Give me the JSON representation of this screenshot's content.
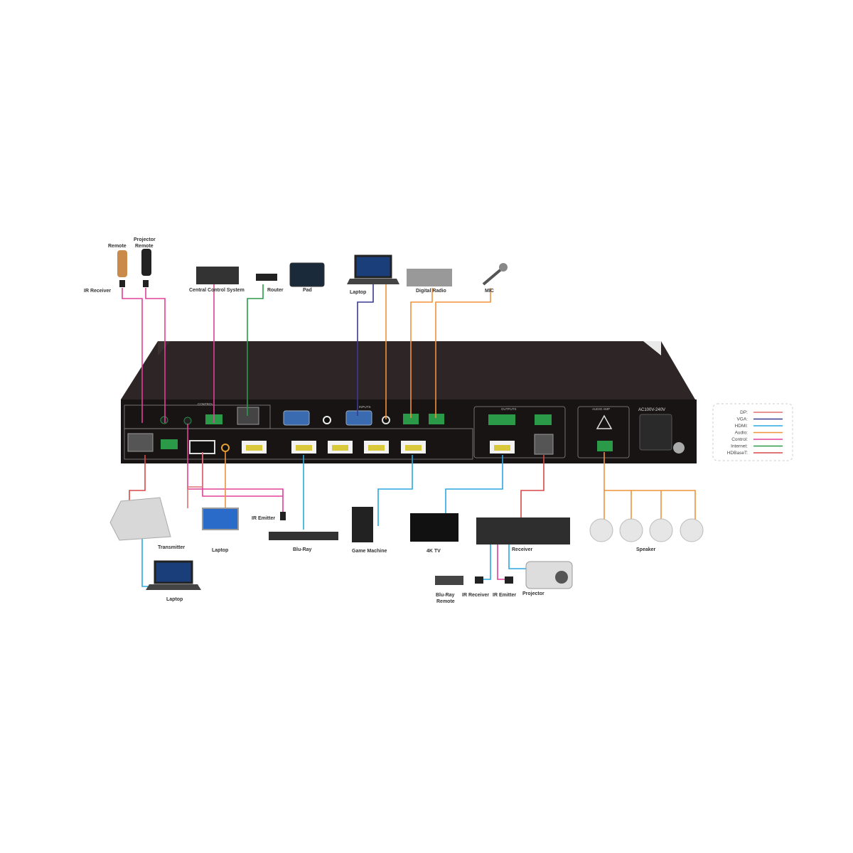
{
  "legend": {
    "items": [
      {
        "label": "DP:",
        "color": "#e07070"
      },
      {
        "label": "VGA:",
        "color": "#3a3a90"
      },
      {
        "label": "HDMI:",
        "color": "#2aa8e0"
      },
      {
        "label": "Audio:",
        "color": "#f0923a"
      },
      {
        "label": "Control:",
        "color": "#e0409a"
      },
      {
        "label": "Internet:",
        "color": "#2a9a48"
      },
      {
        "label": "HDBaseT:",
        "color": "#d84848"
      }
    ]
  },
  "panel": {
    "control": "CONTROL",
    "inputs": "INPUTS",
    "outputs": "OUTPUTS",
    "audio_amp": "AUDIO AMP",
    "power": "AC100V-240V"
  },
  "devices_top": {
    "remote": "Remote",
    "projector_remote_1": "Projector",
    "projector_remote_2": "Remote",
    "ir_receiver": "IR Receiver",
    "central_control": "Central Control System",
    "router": "Router",
    "pad": "Pad",
    "laptop": "Laptop",
    "digital_radio": "Digital Radio",
    "mic": "MIC"
  },
  "devices_bottom": {
    "transmitter": "Transmitter",
    "laptop": "Laptop",
    "ir_emitter": "IR Emitter",
    "bluray": "Blu-Ray",
    "game_machine": "Game Machine",
    "tv": "4K TV",
    "receiver": "Receiver",
    "speaker": "Speaker",
    "laptop2": "Laptop",
    "bluray_remote_1": "Blu-Ray",
    "bluray_remote_2": "Remote",
    "ir_receiver2": "IR Receiver",
    "ir_emitter2": "IR Emitter",
    "projector": "Projector"
  }
}
